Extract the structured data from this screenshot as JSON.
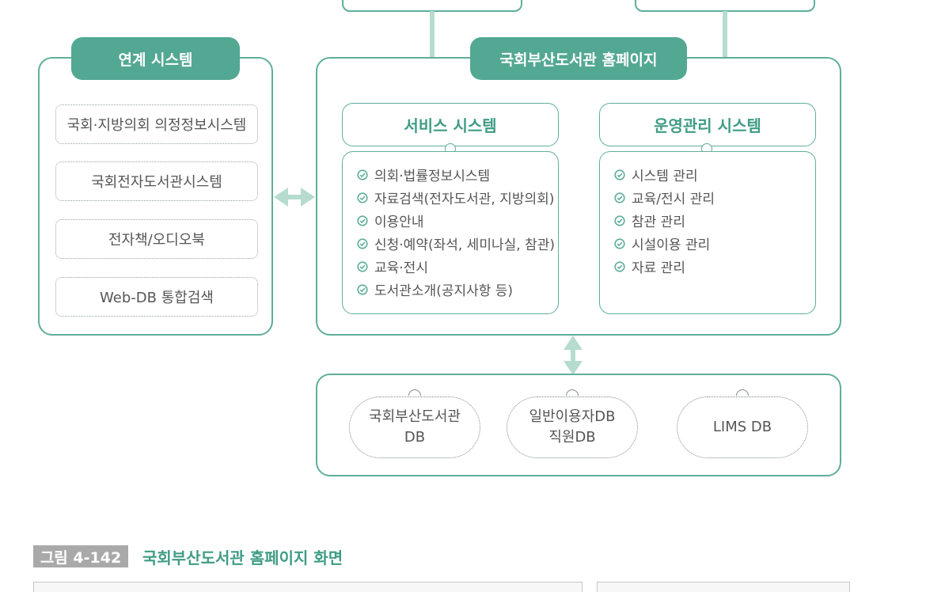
{
  "linked_systems": {
    "title": "연계 시스템",
    "items": [
      "국회·지방의회 의정정보시스템",
      "국회전자도서관시스템",
      "전자책/오디오북",
      "Web-DB 통합검색"
    ]
  },
  "homepage": {
    "title": "국회부산도서관 홈페이지",
    "service": {
      "title": "서비스 시스템",
      "items": [
        "의회·법률정보시스템",
        "자료검색(전자도서관, 지방의회)",
        "이용안내",
        "신청·예약(좌석, 세미나실, 참관)",
        "교육·전시",
        "도서관소개(공지사항 등)"
      ]
    },
    "operations": {
      "title": "운영관리 시스템",
      "items": [
        "시스템 관리",
        "교육/전시 관리",
        "참관 관리",
        "시설이용 관리",
        "자료 관리"
      ]
    }
  },
  "databases": [
    {
      "line1": "국회부산도서관",
      "line2": "DB"
    },
    {
      "line1": "일반이용자DB",
      "line2": "직원DB"
    },
    {
      "line1": "LIMS DB",
      "line2": ""
    }
  ],
  "caption": {
    "tag": "그림 4-142",
    "title": "국회부산도서관 홈페이지 화면"
  },
  "colors": {
    "accent": "#53a893",
    "border": "#5fae9b",
    "arrow": "#b6dccf",
    "caption_tag": "#a9a9a9"
  }
}
